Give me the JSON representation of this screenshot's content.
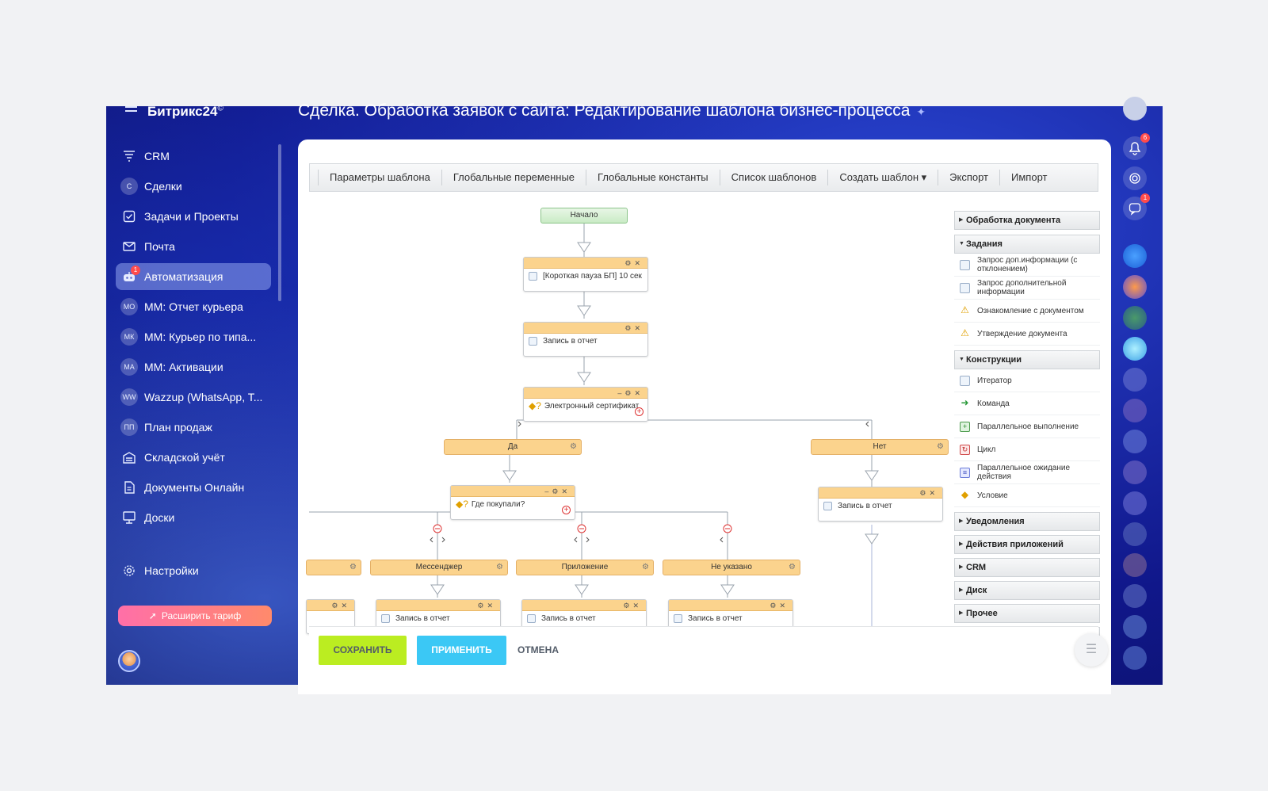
{
  "app": {
    "logo": "Битрикс24",
    "logo_mark": "©",
    "title": "Сделка. Обработка заявок с сайта: Редактирование шаблона бизнес-процесса"
  },
  "sidebar": {
    "items": [
      {
        "label": "CRM",
        "icon": "funnel-icon"
      },
      {
        "label": "Сделки",
        "icon": "С"
      },
      {
        "label": "Задачи и Проекты",
        "icon": "checkbox-icon"
      },
      {
        "label": "Почта",
        "icon": "mail-icon"
      },
      {
        "label": "Автоматизация",
        "icon": "robot-icon",
        "badge": "1",
        "active": true
      },
      {
        "label": "ММ: Отчет курьера",
        "icon": "МО"
      },
      {
        "label": "ММ: Курьер по типа...",
        "icon": "МК"
      },
      {
        "label": "ММ: Активации",
        "icon": "МА"
      },
      {
        "label": "Wazzup (WhatsApp, T...",
        "icon": "WW"
      },
      {
        "label": "План продаж",
        "icon": "ПП"
      },
      {
        "label": "Складской учёт",
        "icon": "warehouse-icon"
      },
      {
        "label": "Документы Онлайн",
        "icon": "document-icon"
      },
      {
        "label": "Доски",
        "icon": "board-icon"
      }
    ],
    "settings": "Настройки",
    "upgrade": "Расширить тариф"
  },
  "rail": {
    "notifications_badge": "6",
    "chat_badge": "1"
  },
  "toolbar": {
    "items": [
      "Параметры шаблона",
      "Глобальные переменные",
      "Глобальные константы",
      "Список шаблонов",
      "Создать шаблон ▾",
      "Экспорт",
      "Импорт"
    ]
  },
  "diagram": {
    "start": "Начало",
    "pause": "[Короткая пауза БП] 10 сек",
    "report": "Запись в отчет",
    "condition": "Электронный сертификат",
    "yes": "Да",
    "no": "Нет",
    "where": "Где покупали?",
    "messenger": "Мессенджер",
    "application": "Приложение",
    "not_specified": "Не указано"
  },
  "tools": {
    "groups": {
      "doc": "Обработка документа",
      "tasks": "Задания",
      "constructs": "Конструкции",
      "notifications": "Уведомления",
      "app_actions": "Действия приложений",
      "crm": "CRM",
      "disk": "Диск",
      "other": "Прочее"
    },
    "task_items": [
      "Запрос доп.информации (с отклонением)",
      "Запрос дополнительной информации",
      "Ознакомление с документом",
      "Утверждение документа"
    ],
    "construct_items": [
      "Итератор",
      "Команда",
      "Параллельное выполнение",
      "Цикл",
      "Параллельное ожидание действия",
      "Условие"
    ]
  },
  "footer": {
    "save": "СОХРАНИТЬ",
    "apply": "ПРИМЕНИТЬ",
    "cancel": "ОТМЕНА"
  }
}
